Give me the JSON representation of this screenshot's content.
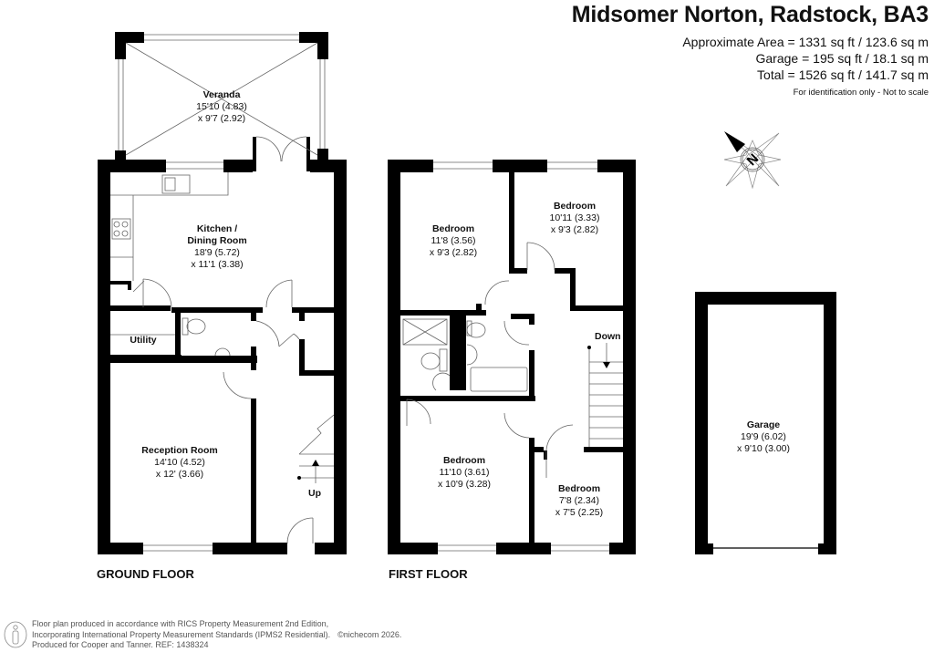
{
  "header": {
    "title": "Midsomer Norton, Radstock, BA3",
    "approximate_area": "Approximate Area = 1331 sq ft / 123.6 sq m",
    "garage_area": "Garage = 195 sq ft / 18.1 sq m",
    "total_area": "Total = 1526 sq ft / 141.7 sq m",
    "disclaimer": "For identification only - Not to scale"
  },
  "ground_floor": {
    "label": "GROUND FLOOR",
    "rooms": [
      {
        "name": "Veranda",
        "dim1": "15'10 (4.83)",
        "dim2": "x 9'7 (2.92)"
      },
      {
        "name": "Kitchen /",
        "name2": "Dining Room",
        "dim1": "18'9 (5.72)",
        "dim2": "x 11'1 (3.38)"
      },
      {
        "name": "Utility"
      },
      {
        "name": "Reception Room",
        "dim1": "14'10 (4.52)",
        "dim2": "x 12' (3.66)"
      }
    ],
    "stairs_label": "Up"
  },
  "first_floor": {
    "label": "FIRST FLOOR",
    "rooms": [
      {
        "name": "Bedroom",
        "dim1": "11'8 (3.56)",
        "dim2": "x 9'3 (2.82)"
      },
      {
        "name": "Bedroom",
        "dim1": "10'11 (3.33)",
        "dim2": "x 9'3 (2.82)"
      },
      {
        "name": "Bedroom",
        "dim1": "11'10 (3.61)",
        "dim2": "x 10'9 (3.28)"
      },
      {
        "name": "Bedroom",
        "dim1": "7'8 (2.34)",
        "dim2": "x 7'5 (2.25)"
      }
    ],
    "stairs_label": "Down"
  },
  "garage": {
    "name": "Garage",
    "dim1": "19'9 (6.02)",
    "dim2": "x 9'10 (3.00)"
  },
  "compass": {
    "icon": "north-compass-icon",
    "letter": "N"
  },
  "footer": {
    "line1": "Floor plan produced in accordance with RICS Property Measurement 2nd Edition,",
    "line2": "Incorporating International Property Measurement Standards (IPMS2 Residential).",
    "copyright": "©nichecom 2026.",
    "line3": "Produced for Cooper and Tanner.   REF: 1438324",
    "icon": "info-person-icon"
  },
  "colors": {
    "wall": "#000000",
    "line": "#555555",
    "background": "#ffffff"
  }
}
